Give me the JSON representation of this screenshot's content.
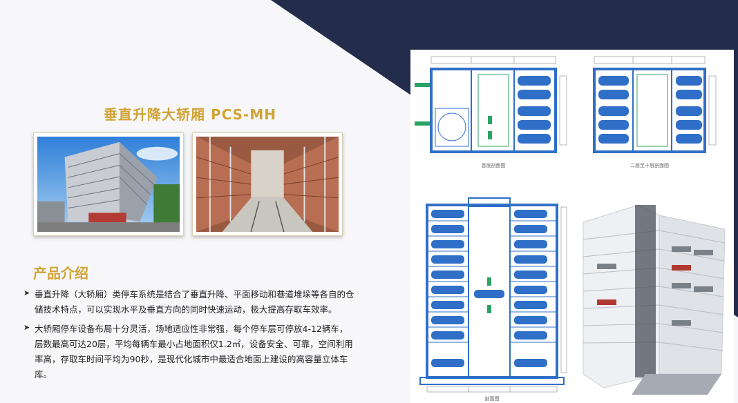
{
  "title": "垂直升降大轿厢  PCS-MH",
  "section_title": "产品介绍",
  "bullets": [
    "垂直升降（大轿厢）类停车系统是结合了垂直升降、平面移动和巷道堆垛等各自的仓储技术特点，可以实现水平及垂直方向的同时快速运动，极大提高存取车效率。",
    "大轿厢停车设备布局十分灵活，场地适应性非常强，每个停车层可停放4-12辆车，层数最高可达20层，平均每辆车最小占地面积仅1.2㎡，设备安全、可靠，空间利用率高，存取车时间平均为90秒，是现代化城市中最适合地面上建设的高容量立体车库。"
  ],
  "bullet_marker": "➤",
  "photos": [
    {
      "name": "building-photo"
    },
    {
      "name": "lift-shaft-photo"
    }
  ],
  "diagrams": {
    "plan_ground_caption": "首层剖面图",
    "plan_upper_caption": "二层至十层剖面图",
    "section_caption": "剖面图"
  },
  "colors": {
    "accent_gold": "#d1a334",
    "navy": "#232c4b",
    "diagram_blue": "#2f6fc8",
    "diagram_green": "#2aa364"
  }
}
